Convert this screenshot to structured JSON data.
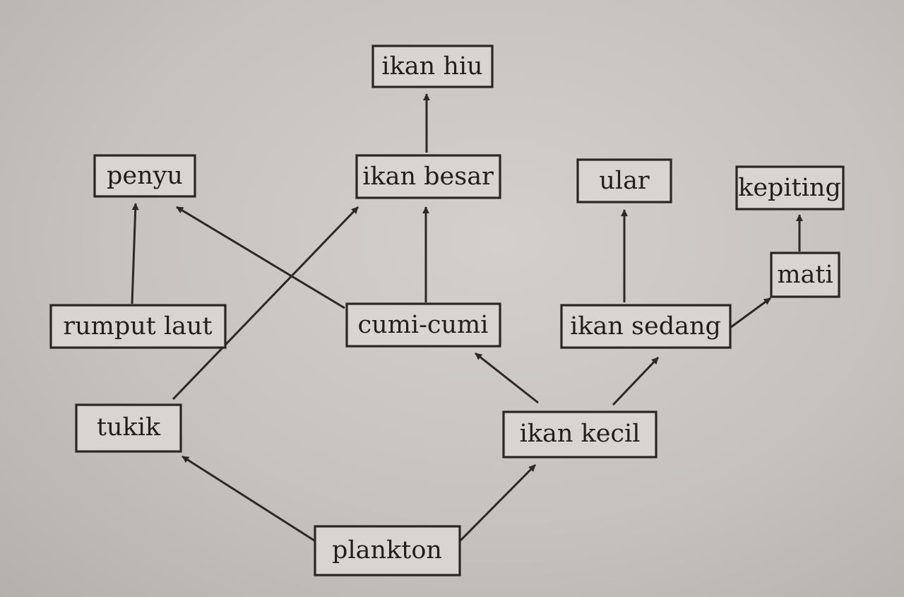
{
  "diagram": {
    "nodes": {
      "ikan_hiu": "ikan hiu",
      "penyu": "penyu",
      "ikan_besar": "ikan besar",
      "ular": "ular",
      "kepiting": "kepiting",
      "mati": "mati",
      "rumput_laut": "rumput laut",
      "cumi_cumi": "cumi-cumi",
      "ikan_sedang": "ikan sedang",
      "tukik": "tukik",
      "ikan_kecil": "ikan kecil",
      "plankton": "plankton"
    },
    "edges": [
      {
        "from": "plankton",
        "to": "tukik"
      },
      {
        "from": "plankton",
        "to": "ikan_kecil"
      },
      {
        "from": "tukik",
        "to": "ikan_besar"
      },
      {
        "from": "rumput_laut",
        "to": "penyu"
      },
      {
        "from": "cumi_cumi",
        "to": "penyu"
      },
      {
        "from": "cumi_cumi",
        "to": "ikan_besar"
      },
      {
        "from": "ikan_besar",
        "to": "ikan_hiu"
      },
      {
        "from": "ikan_kecil",
        "to": "cumi_cumi"
      },
      {
        "from": "ikan_kecil",
        "to": "ikan_sedang"
      },
      {
        "from": "ikan_sedang",
        "to": "ular"
      },
      {
        "from": "ikan_sedang",
        "to": "mati"
      },
      {
        "from": "mati",
        "to": "kepiting"
      }
    ]
  }
}
